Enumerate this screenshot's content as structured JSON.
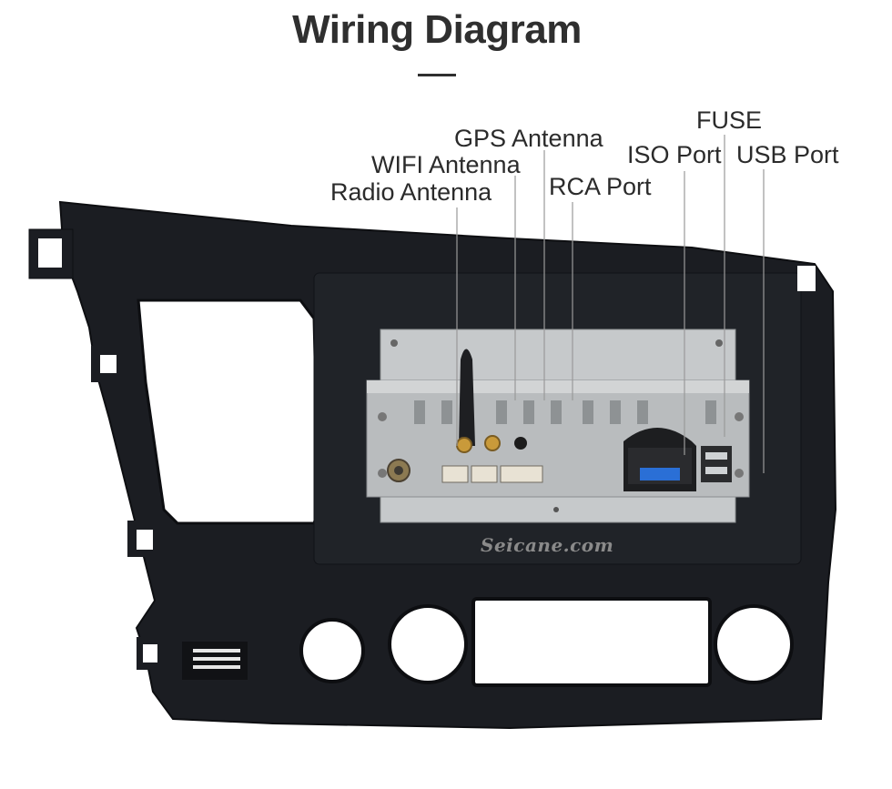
{
  "title": "Wiring Diagram",
  "callouts": {
    "fuse": "FUSE",
    "gps_antenna": "GPS Antenna",
    "iso_port": "ISO Port",
    "usb_port": "USB Port",
    "wifi_antenna": "WIFI Antenna",
    "rca_port": "RCA Port",
    "radio_antenna": "Radio Antenna"
  },
  "watermark": "Seicane.com",
  "colors": {
    "title": "#2f2f2f",
    "frame": "#1b1d22",
    "unit_chassis": "#bfc2c4",
    "fuse_blue": "#2a6fd6",
    "connector_gold": "#c99a3a",
    "callout_line": "#9a9a9a"
  }
}
